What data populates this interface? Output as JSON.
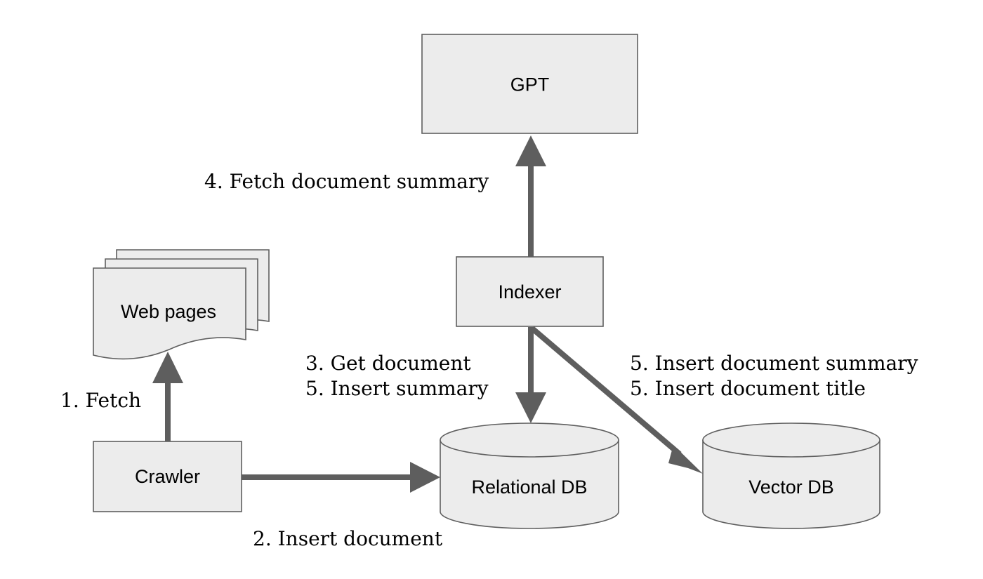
{
  "nodes": {
    "gpt": {
      "label": "GPT"
    },
    "indexer": {
      "label": "Indexer"
    },
    "web_pages": {
      "label": "Web pages"
    },
    "crawler": {
      "label": "Crawler"
    },
    "relational_db": {
      "label": "Relational DB"
    },
    "vector_db": {
      "label": "Vector DB"
    }
  },
  "edges": {
    "crawler_to_web_pages": {
      "label": "1. Fetch"
    },
    "crawler_to_relational_db": {
      "label": "2. Insert document"
    },
    "indexer_to_relational_db": {
      "labels": [
        "3. Get document",
        "5. Insert summary"
      ]
    },
    "indexer_to_gpt": {
      "label": "4. Fetch document summary"
    },
    "indexer_to_vector_db": {
      "labels": [
        "5. Insert document summary",
        "5. Insert document title"
      ]
    }
  },
  "colors": {
    "node_fill": "#ececec",
    "node_stroke": "#5f5f5f",
    "edge": "#5e5e5e"
  }
}
